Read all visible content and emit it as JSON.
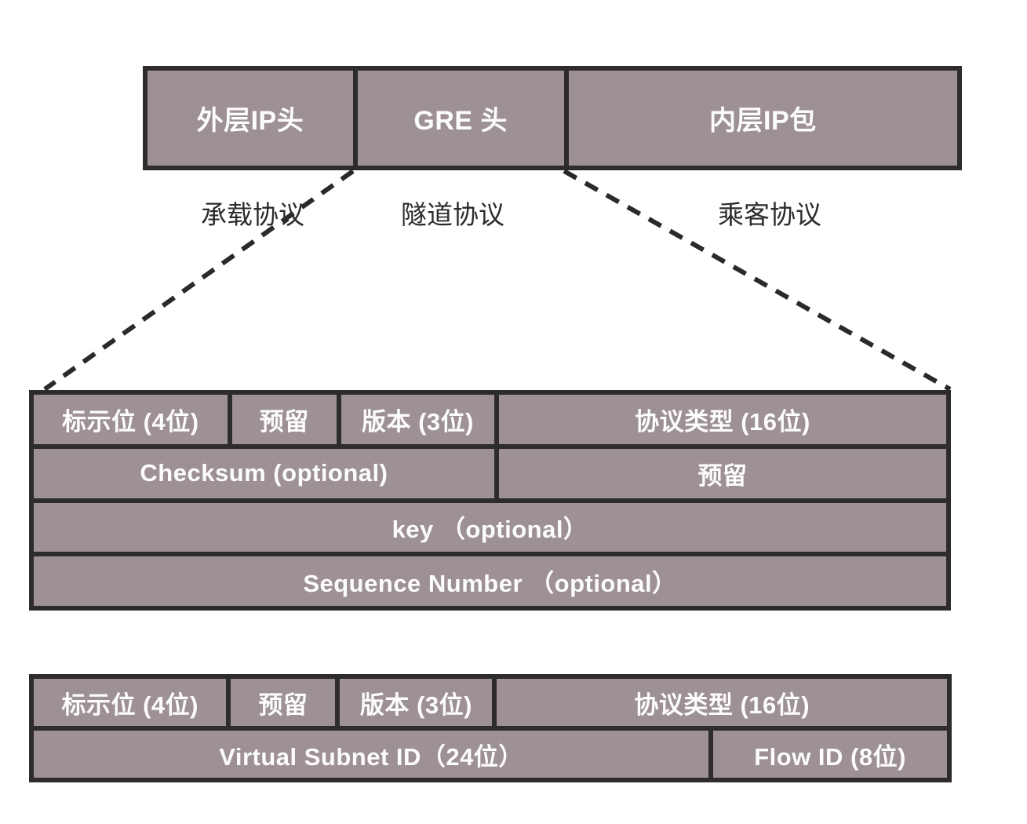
{
  "diagram": {
    "packet": {
      "outer_ip": "外层IP头",
      "gre": "GRE 头",
      "inner_ip": "内层IP包"
    },
    "captions": {
      "carrier": "承载协议",
      "tunnel": "隧道协议",
      "passenger": "乘客协议"
    },
    "gre_header": {
      "flags": "标示位 (4位)",
      "reserved": "预留",
      "version": "版本 (3位)",
      "protocol_type": "协议类型 (16位)",
      "checksum": "Checksum (optional)",
      "reserved2": "预留",
      "key": "key （optional）",
      "sequence": "Sequence Number （optional）"
    },
    "nvgre_header": {
      "flags": "标示位 (4位)",
      "reserved": "预留",
      "version": "版本 (3位)",
      "protocol_type": "协议类型 (16位)",
      "virtual_subnet_id": "Virtual Subnet ID（24位）",
      "flow_id": "Flow ID (8位)"
    },
    "colors": {
      "cell_fill": "#9d9197",
      "border": "#2e2b2d",
      "cell_text": "#fdfcfd",
      "caption_text": "#2d2b2c",
      "background": "#ffffff"
    }
  }
}
